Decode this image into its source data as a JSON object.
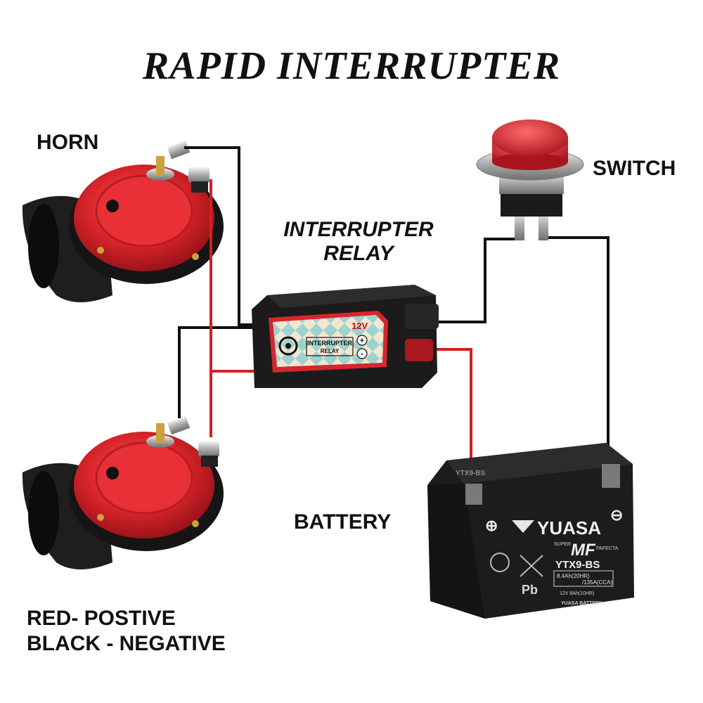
{
  "title": "RAPID INTERRUPTER",
  "labels": {
    "horn": "HORN",
    "switch": "SWITCH",
    "relay_line1": "INTERRUPTER",
    "relay_line2": "RELAY",
    "battery": "BATTERY",
    "legend_red": "RED- POSTIVE",
    "legend_black": "BLACK - NEGATIVE"
  },
  "relay_face": {
    "voltage": "12V",
    "name_line1": "INTERRUPTER",
    "name_line2": "RELAY",
    "plus": "+",
    "minus": "-"
  },
  "battery_face": {
    "model_top": "YTX9-BS",
    "brand": "YUASA",
    "super": "SUPER",
    "mf": "MF",
    "pafecta": "PAFECTA",
    "model": "YTX9-BS",
    "spec1": "8.4Ah(20HR)",
    "spec2": "/135A(CCA)",
    "spec3": "12V 8Ah(10HR)",
    "pb": "Pb",
    "bottom_brand": "YUASA BATTERY",
    "plus": "⊕",
    "minus": "⊖"
  },
  "colors": {
    "positive_wire": "#d42020",
    "negative_wire": "#111111",
    "horn_red": "#d8242a",
    "horn_black": "#1e1e1e",
    "relay_body": "#1b1b1b",
    "battery_body": "#1c1c1c",
    "switch_button": "#c8202a"
  }
}
